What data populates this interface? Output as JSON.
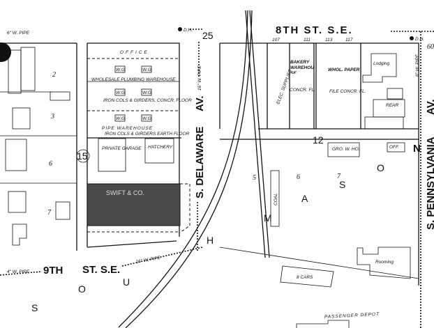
{
  "map": {
    "sheet_number": "25",
    "block_number": "15",
    "lot_number": "12",
    "hydrant_label": "D.H.",
    "streets": {
      "north": "8TH ST. S.E.",
      "south_prefix": "9TH",
      "south_suffix": "ST. S.E.",
      "west": "S. DELAWARE",
      "west_av": "AV.",
      "east": "S. PENNSYLVANIA",
      "east_av": "AV.",
      "north_arrow": "N"
    },
    "pipe_labels": {
      "delaware": "16\" W. PIPE",
      "ninth": "16\" W. PIPE",
      "ninth_west": "4\" W. PIPE",
      "pennsylvania": "6\" W. PIPE",
      "top_left": "6\" W. PIPE"
    },
    "buildings": {
      "office": "OFFICE",
      "wholesale": "WHOLESALE PLUMBING WAREHOUSE",
      "wholesale_note": "IRON COLS & GIRDERS, CONCR. FLOOR",
      "pipe": "PIPE WAREHOUSE",
      "pipe_note": "IRON COLS & GIRDERS EARTH FLOOR",
      "wg": "W.G.",
      "garage": "PRIVATE GARAGE",
      "hatchery": "HATCHERY",
      "swift": "SWIFT & CO.",
      "elec": "ELEC. SUPPLIES",
      "bakery": "BAKERY WAREHOUSE",
      "conc": "CONCR. FL.",
      "paper": "WHOL. PAPER",
      "file": "FILE CONCR. FL.",
      "lodging": "Lodging",
      "rear": "REAR",
      "gro": "GRO. W. HO.",
      "off": "OFF.",
      "coal": "COAL",
      "rooming": "Rooming",
      "cars": "8 CARS",
      "depot": "PASSENGER DEPOT"
    },
    "address_numbers": [
      "107",
      "111",
      "113",
      "117"
    ],
    "lot_labels": [
      "2",
      "3",
      "6",
      "7",
      "5",
      "6",
      "7"
    ],
    "track_letters": [
      "S",
      "O",
      "U",
      "H",
      "M",
      "A",
      "S",
      "O"
    ],
    "right_edge_number": "60"
  }
}
